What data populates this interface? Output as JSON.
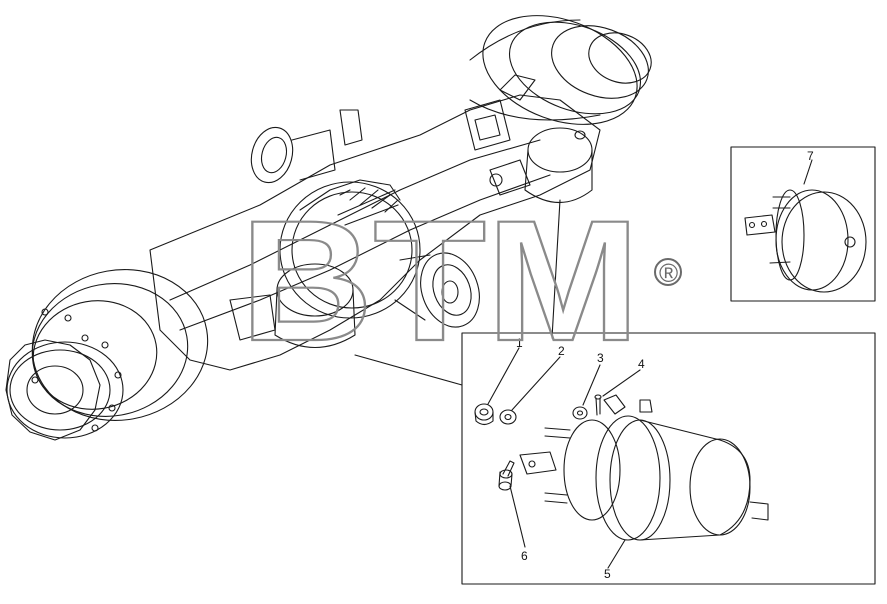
{
  "diagram": {
    "callouts": [
      {
        "id": "1",
        "label": "1"
      },
      {
        "id": "2",
        "label": "2"
      },
      {
        "id": "3",
        "label": "3"
      },
      {
        "id": "4",
        "label": "4"
      },
      {
        "id": "5",
        "label": "5"
      },
      {
        "id": "6",
        "label": "6"
      },
      {
        "id": "7",
        "label": "7"
      }
    ],
    "watermark": {
      "text": "BTM",
      "registered_mark": "®"
    }
  },
  "colors": {
    "line": "#1a1a1a",
    "background": "#ffffff",
    "watermark_stroke": "#8a8a8a"
  }
}
